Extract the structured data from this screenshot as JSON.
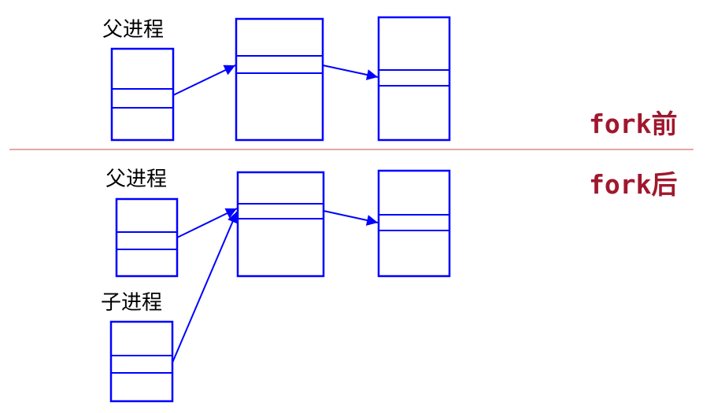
{
  "labels": {
    "parent_before": "父进程",
    "parent_after": "父进程",
    "child_after": "子进程",
    "phase_before": "fork前",
    "phase_after": "fork后"
  },
  "colors": {
    "box_stroke": "#0000ff",
    "arrow": "#0000ff",
    "phase_text": "#a0182e",
    "divider": "#d98b8b",
    "text": "#000000"
  }
}
